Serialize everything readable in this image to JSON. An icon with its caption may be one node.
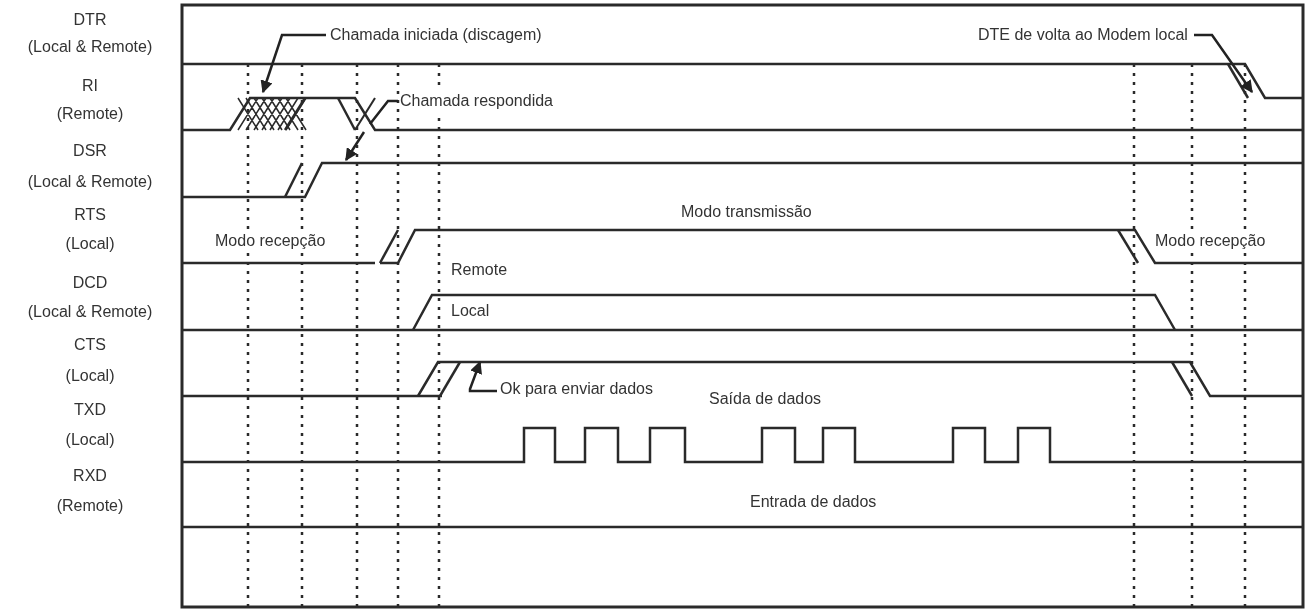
{
  "diagram": {
    "nodes": [
      {
        "text": [
          "Chamada iniciada (discagem)"
        ]
      },
      {
        "text": [
          "Chamada respondida"
        ]
      },
      {
        "text": [
          "DTE de volta ao Modem local"
        ]
      },
      {
        "text": [
          "Ok para enviar dados"
        ]
      }
    ],
    "edges": [
      {
        "from": 0,
        "to": null,
        "arrow": "to"
      },
      {
        "from": 1,
        "to": null,
        "arrow": "none"
      },
      {
        "from": 2,
        "to": null,
        "arrow": "to"
      },
      {
        "from": 3,
        "to": null,
        "arrow": "to"
      }
    ],
    "labels": [
      "DTR",
      "(Local & Remote)",
      "RI",
      "(Remote)",
      "DSR",
      "(Local & Remote)",
      "RTS",
      "(Local)",
      "DCD",
      "(Local & Remote)",
      "CTS",
      "(Local)",
      "TXD",
      "(Local)",
      "RXD",
      "(Remote)",
      "Modo transmissão",
      "Modo recepção",
      "Modo recepção",
      "Remote",
      "Local",
      "Saída de dados",
      "Entrada de dados"
    ]
  }
}
